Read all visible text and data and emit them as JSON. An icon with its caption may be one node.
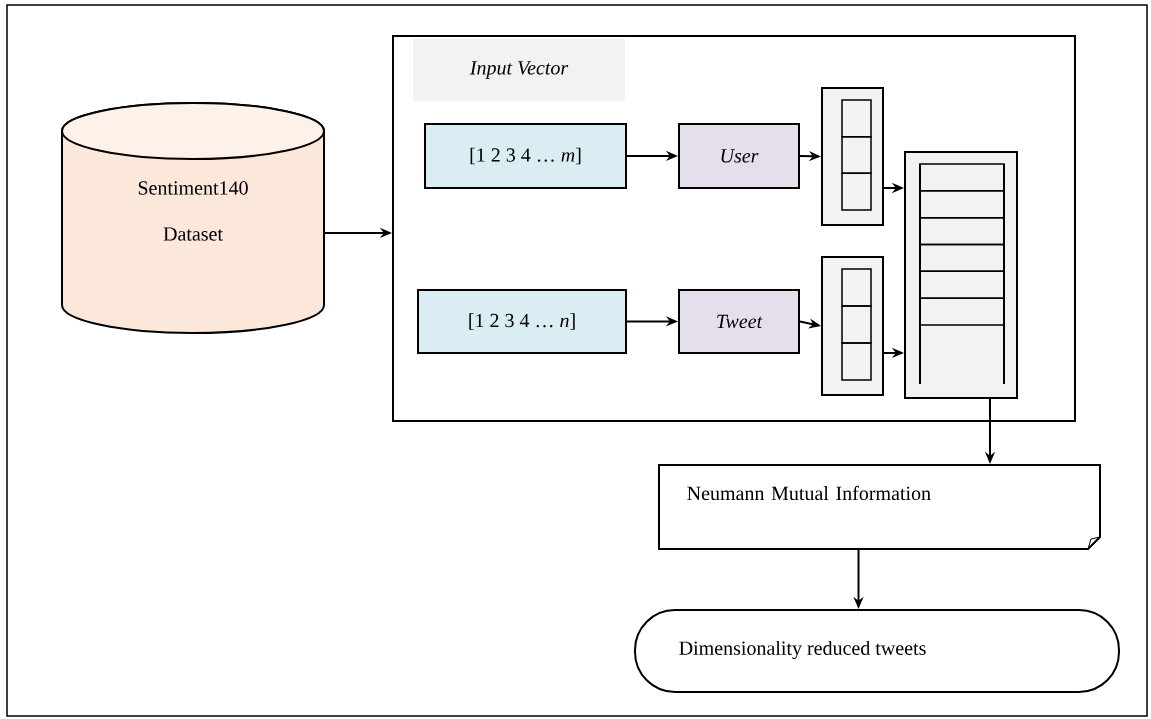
{
  "diagram": {
    "nodes": [
      {
        "text": [
          "Sentiment140 Dataset"
        ]
      },
      {
        "text": [
          "Input Vector"
        ]
      },
      {
        "text": [
          "[1 2 3 4 … *m*]"
        ],
        "in": 1
      },
      {
        "text": [
          "User"
        ],
        "in": 1
      },
      {
        "text": [],
        "shape": "box",
        "in": 1
      },
      {
        "text": [
          "[1 2 3 4 … *n*]"
        ],
        "in": 1
      },
      {
        "text": [
          "Tweet"
        ],
        "in": 1
      },
      {
        "text": [],
        "shape": "box",
        "in": 1
      },
      {
        "text": [],
        "shape": "box",
        "in": 1
      },
      {
        "text": [
          "Neumann Mutual Information"
        ]
      },
      {
        "text": [
          "Dimensionality reduced tweets"
        ]
      }
    ],
    "edges": [
      {
        "from": 0,
        "to": 1,
        "arrow": "to"
      },
      {
        "from": 2,
        "to": 3,
        "arrow": "to"
      },
      {
        "from": 3,
        "to": 4,
        "arrow": "to"
      },
      {
        "from": 5,
        "to": 6,
        "arrow": "to"
      },
      {
        "from": 6,
        "to": 7,
        "arrow": "to"
      },
      {
        "from": 4,
        "to": 8,
        "arrow": "to"
      },
      {
        "from": 7,
        "to": 8,
        "arrow": "to"
      },
      {
        "from": 8,
        "to": 9,
        "arrow": "to"
      },
      {
        "from": 9,
        "to": 10,
        "arrow": "to"
      }
    ]
  }
}
